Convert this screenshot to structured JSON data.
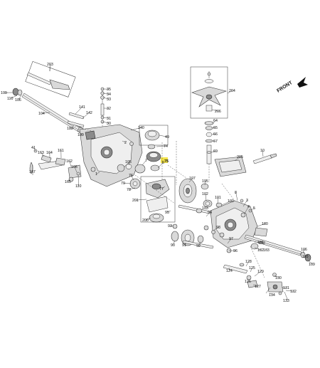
{
  "diagram": {
    "orientation_label": "FRONT",
    "highlight_color": "#f2e24a",
    "callouts": [
      {
        "id": "c203",
        "text": "203"
      },
      {
        "id": "c109a",
        "text": "109"
      },
      {
        "id": "c110a",
        "text": "110"
      },
      {
        "id": "c106a",
        "text": "106"
      },
      {
        "id": "c104",
        "text": "104"
      },
      {
        "id": "c35",
        "text": "35"
      },
      {
        "id": "c34",
        "text": "34"
      },
      {
        "id": "c33",
        "text": "33"
      },
      {
        "id": "c32",
        "text": "32"
      },
      {
        "id": "c31",
        "text": "31"
      },
      {
        "id": "c30",
        "text": "30"
      },
      {
        "id": "c141",
        "text": "141"
      },
      {
        "id": "c142",
        "text": "142"
      },
      {
        "id": "c140",
        "text": "140"
      },
      {
        "id": "c189",
        "text": "189"
      },
      {
        "id": "c183",
        "text": "183"
      },
      {
        "id": "c2",
        "text": "2"
      },
      {
        "id": "c41",
        "text": "41"
      },
      {
        "id": "c163",
        "text": "163"
      },
      {
        "id": "c164",
        "text": "164"
      },
      {
        "id": "c161",
        "text": "161"
      },
      {
        "id": "c162",
        "text": "162"
      },
      {
        "id": "c166",
        "text": "166"
      },
      {
        "id": "c165",
        "text": "165"
      },
      {
        "id": "c110b",
        "text": "110"
      },
      {
        "id": "c167",
        "text": "167"
      },
      {
        "id": "c1",
        "text": "1"
      },
      {
        "id": "c105",
        "text": "105"
      },
      {
        "id": "c7",
        "text": "7"
      },
      {
        "id": "c6",
        "text": "6"
      },
      {
        "id": "c49",
        "text": "49"
      },
      {
        "id": "c74",
        "text": "74"
      },
      {
        "id": "c75",
        "text": "75"
      },
      {
        "id": "c76",
        "text": "76"
      },
      {
        "id": "c79",
        "text": "79"
      },
      {
        "id": "c78",
        "text": "78"
      },
      {
        "id": "c77",
        "text": "77"
      },
      {
        "id": "c201",
        "text": "201"
      },
      {
        "id": "c200",
        "text": "200"
      },
      {
        "id": "c204",
        "text": "204"
      },
      {
        "id": "c206",
        "text": "206"
      },
      {
        "id": "c64",
        "text": "64"
      },
      {
        "id": "c65",
        "text": "65"
      },
      {
        "id": "c66",
        "text": "66"
      },
      {
        "id": "c67",
        "text": "67"
      },
      {
        "id": "c69",
        "text": "69"
      },
      {
        "id": "c205",
        "text": "205"
      },
      {
        "id": "c10",
        "text": "10"
      },
      {
        "id": "c107",
        "text": "107"
      },
      {
        "id": "c195",
        "text": "195"
      },
      {
        "id": "c102",
        "text": "102"
      },
      {
        "id": "c101",
        "text": "101"
      },
      {
        "id": "c103",
        "text": "103"
      },
      {
        "id": "c100",
        "text": "100"
      },
      {
        "id": "c8",
        "text": "8"
      },
      {
        "id": "c3",
        "text": "3"
      },
      {
        "id": "c4",
        "text": "4"
      },
      {
        "id": "c5",
        "text": "5"
      },
      {
        "id": "c95",
        "text": "95"
      },
      {
        "id": "c93",
        "text": "93"
      },
      {
        "id": "c94",
        "text": "94"
      },
      {
        "id": "c90",
        "text": "90"
      },
      {
        "id": "c91",
        "text": "91"
      },
      {
        "id": "c92",
        "text": "92"
      },
      {
        "id": "c98",
        "text": "98"
      },
      {
        "id": "c97",
        "text": "97"
      },
      {
        "id": "c96",
        "text": "96"
      },
      {
        "id": "c180",
        "text": "180"
      },
      {
        "id": "c181",
        "text": "181"
      },
      {
        "id": "c182",
        "text": "182"
      },
      {
        "id": "c102b",
        "text": "102"
      },
      {
        "id": "c103b",
        "text": "103"
      },
      {
        "id": "c106b",
        "text": "106"
      },
      {
        "id": "c110c",
        "text": "110"
      },
      {
        "id": "c109b",
        "text": "109"
      },
      {
        "id": "c124",
        "text": "124"
      },
      {
        "id": "c128",
        "text": "128"
      },
      {
        "id": "c125",
        "text": "125"
      },
      {
        "id": "c129",
        "text": "129"
      },
      {
        "id": "c126",
        "text": "126"
      },
      {
        "id": "c127",
        "text": "127"
      },
      {
        "id": "c130",
        "text": "130"
      },
      {
        "id": "c131",
        "text": "131"
      },
      {
        "id": "c132",
        "text": "132"
      },
      {
        "id": "c134",
        "text": "134"
      },
      {
        "id": "c133",
        "text": "133"
      }
    ]
  }
}
